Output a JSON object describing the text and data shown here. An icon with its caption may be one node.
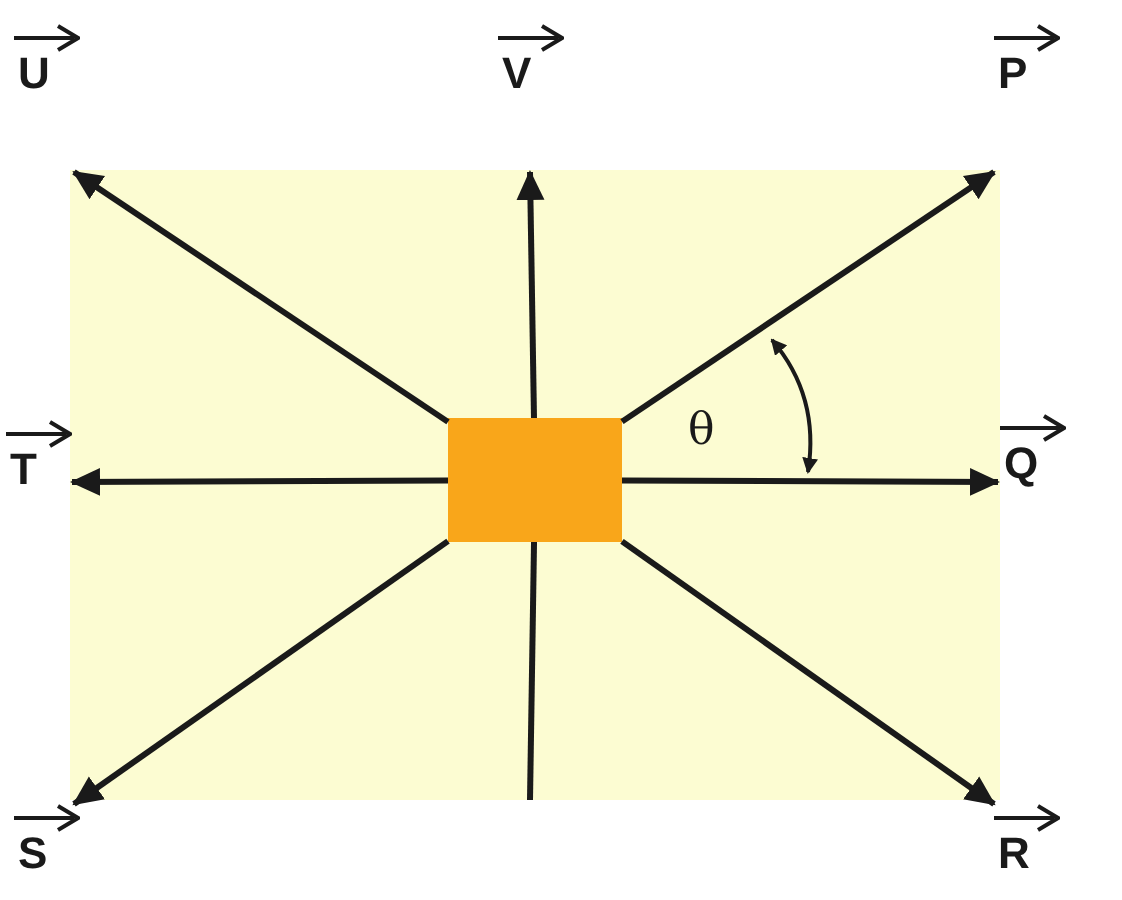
{
  "diagram": {
    "nodes": [
      {
        "text": [],
        "shape": "box"
      },
      {
        "text": [],
        "shape": "box",
        "in": 0
      },
      {
        "text": [
          "U"
        ]
      },
      {
        "text": [
          "V"
        ]
      },
      {
        "text": [
          "P"
        ]
      },
      {
        "text": [
          "T"
        ]
      },
      {
        "text": [
          "Q"
        ]
      },
      {
        "text": [
          "S"
        ]
      },
      {
        "text": [
          "R"
        ]
      }
    ],
    "edges": [
      {
        "from": 1,
        "to": 2,
        "arrow": "to"
      },
      {
        "from": 1,
        "to": 3,
        "arrow": "to"
      },
      {
        "from": 1,
        "to": 4,
        "arrow": "to"
      },
      {
        "from": 1,
        "to": 5,
        "arrow": "to"
      },
      {
        "from": 1,
        "to": 6,
        "arrow": "to"
      },
      {
        "from": 1,
        "to": 7,
        "arrow": "to"
      },
      {
        "from": 1,
        "to": 8,
        "arrow": "to"
      },
      {
        "from": 1,
        "to": null,
        "arrow": "none"
      }
    ],
    "labels": [
      "θ"
    ]
  }
}
